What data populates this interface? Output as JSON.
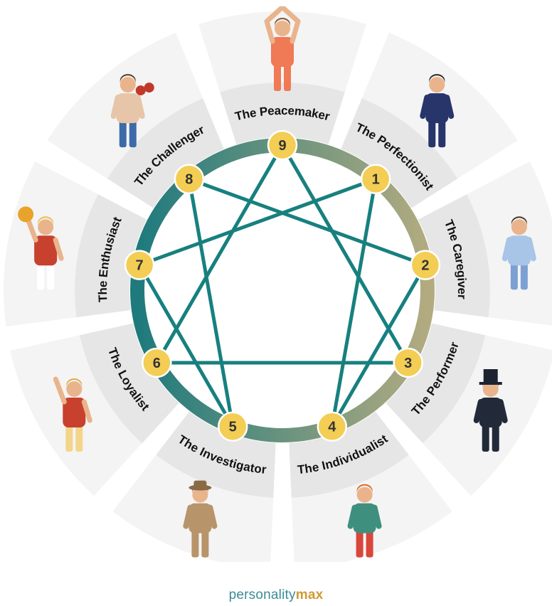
{
  "types": [
    {
      "number": "9",
      "name": "The Peacemaker",
      "icon": "meditating-person-icon"
    },
    {
      "number": "1",
      "name": "The Perfectionist",
      "icon": "businessman-clipboard-icon"
    },
    {
      "number": "2",
      "name": "The Caregiver",
      "icon": "nurse-icon"
    },
    {
      "number": "3",
      "name": "The Performer",
      "icon": "showman-top-hat-icon"
    },
    {
      "number": "4",
      "name": "The Individualist",
      "icon": "mime-artist-icon"
    },
    {
      "number": "5",
      "name": "The Investigator",
      "icon": "detective-icon"
    },
    {
      "number": "6",
      "name": "The Loyalist",
      "icon": "sports-fan-icon"
    },
    {
      "number": "7",
      "name": "The Enthusiast",
      "icon": "cheerleader-icon"
    },
    {
      "number": "8",
      "name": "The Challenger",
      "icon": "boxer-icon"
    }
  ],
  "connections": [
    [
      "9",
      "3"
    ],
    [
      "3",
      "6"
    ],
    [
      "6",
      "9"
    ],
    [
      "1",
      "4"
    ],
    [
      "4",
      "2"
    ],
    [
      "2",
      "8"
    ],
    [
      "8",
      "5"
    ],
    [
      "5",
      "7"
    ],
    [
      "7",
      "1"
    ]
  ],
  "colors": {
    "segment_outer": "#f4f4f4",
    "segment_inner": "#e6e6e6",
    "ring_start": "#1e7a7d",
    "ring_end": "#b3ab80",
    "line": "#17807f",
    "node_fill": "#f3cd54",
    "node_text": "#333333",
    "label_text": "#111111"
  },
  "brand": {
    "part1": "personality",
    "part2": "max"
  }
}
